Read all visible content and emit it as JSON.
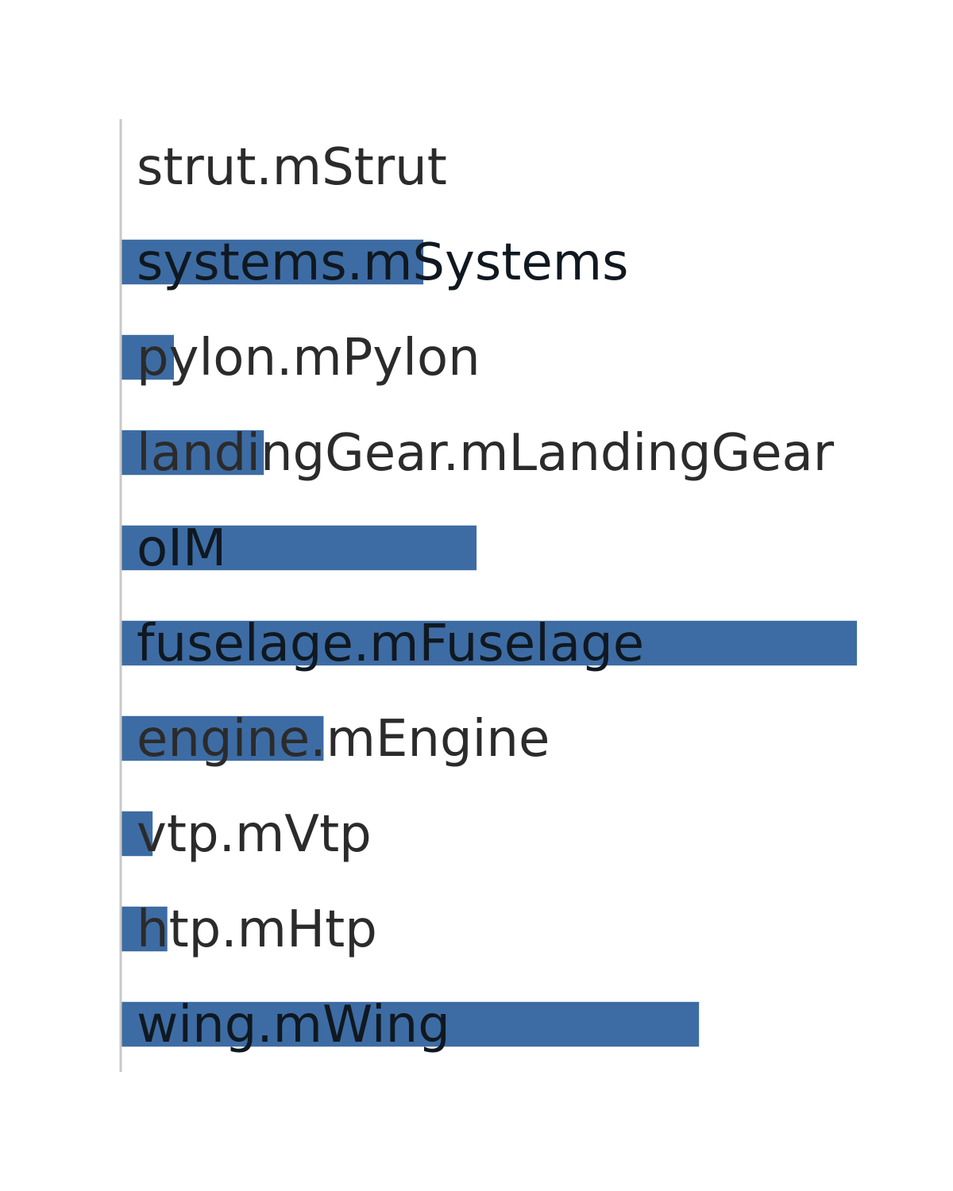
{
  "chart_data": {
    "type": "bar",
    "orientation": "horizontal",
    "categories": [
      "strut.mStrut",
      "systems.mSystems",
      "pylon.mPylon",
      "landingGear.mLandingGear",
      "oIM",
      "fuselage.mFuselage",
      "engine.mEngine",
      "vtp.mVtp",
      "htp.mHtp",
      "wing.mWing"
    ],
    "values": [
      0,
      37,
      6.5,
      17.5,
      43.5,
      90,
      24.8,
      3.9,
      5.7,
      70.7
    ],
    "xlim": [
      0,
      100
    ],
    "title": "",
    "xlabel": "",
    "ylabel": "",
    "grid": false,
    "legend": false,
    "colors": {
      "bar": "#3d6ca4",
      "axis": "#c8c8c8",
      "text": "#2b2b2b",
      "text_on_bar": "#101820"
    }
  }
}
